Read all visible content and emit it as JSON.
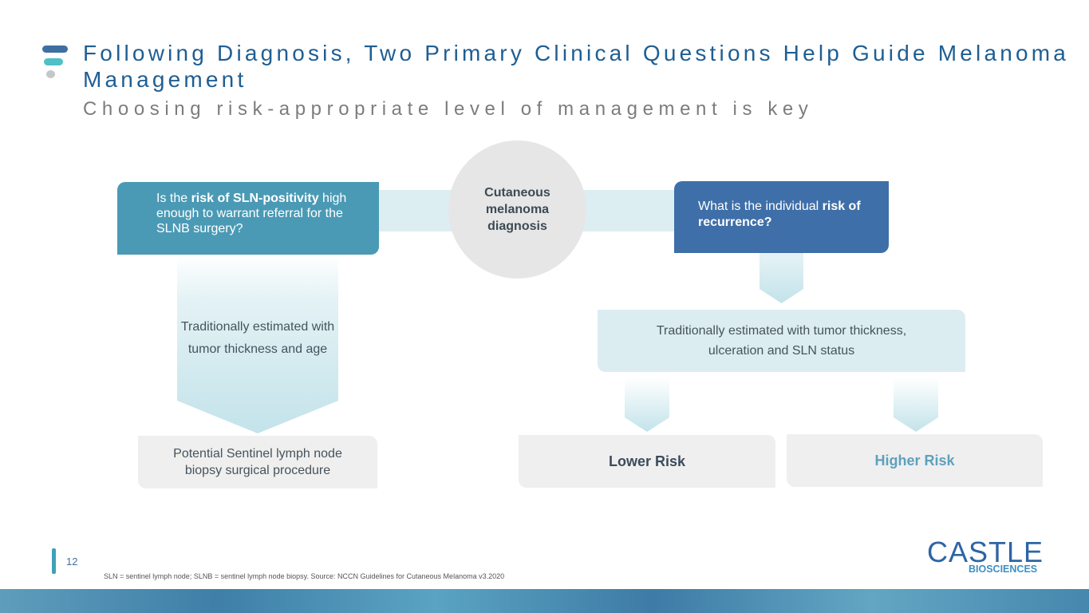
{
  "header": {
    "title": "Following Diagnosis, Two Primary Clinical Questions Help Guide Melanoma Management",
    "subtitle": "Choosing risk-appropriate level of management is key"
  },
  "diagram": {
    "center": "Cutaneous melanoma diagnosis",
    "left_question": {
      "pre": "Is the ",
      "bold": "risk of SLN-positivity",
      "post": " high enough to warrant referral for the SLNB surgery?"
    },
    "left_method": "Traditionally estimated with tumor thickness and age",
    "left_result": "Potential Sentinel lymph node biopsy surgical procedure",
    "right_question": {
      "pre": "What is the individual ",
      "bold": "risk of recurrence?"
    },
    "right_method": "Traditionally estimated with tumor thickness, ulceration and SLN status",
    "right_results": {
      "lower": "Lower Risk",
      "higher": "Higher Risk"
    }
  },
  "footer": {
    "page_number": "12",
    "footnote": "SLN = sentinel lymph node; SLNB = sentinel lymph node biopsy.  Source: NCCN Guidelines for Cutaneous Melanoma v3.2020",
    "brand_main": "CASTLE",
    "brand_sub": "BIOSCIENCES"
  },
  "colors": {
    "title": "#1f5e93",
    "left_question_bg": "#4b9ab5",
    "right_question_bg": "#3f6fa8",
    "higher_risk_text": "#5da1bc",
    "arrow_fill": "#c3e3ea"
  }
}
